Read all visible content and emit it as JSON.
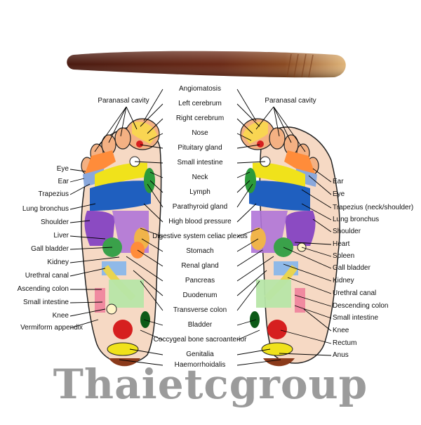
{
  "left_foot": {
    "title": "Paranasal cavity",
    "labels": [
      "Eye",
      "Ear",
      "Trapezius",
      "Lung bronchus",
      "Shoulder",
      "Liver",
      "Gall bladder",
      "Kidney",
      "Urethral canal",
      "Ascending colon",
      "Small intestine",
      "Knee",
      "Vermiform appendix"
    ]
  },
  "center_labels": [
    "Angiomatosis",
    "Left cerebrum",
    "Right cerebrum",
    "Nose",
    "Pituitary gland",
    "Small intestine",
    "Neck",
    "Lymph",
    "Parathyroid gland",
    "High blood pressure",
    "Digestive system celiac plexus",
    "Stomach",
    "Renal gland",
    "Pancreas",
    "Duodenum",
    "Transverse colon",
    "Bladder",
    "Coccygeal bone sacroanterior",
    "Genitalia",
    "Haemorrhoidalis"
  ],
  "right_foot": {
    "title": "Paranasal cavity",
    "labels": [
      "Ear",
      "Eye",
      "Trapezius (neck/shoulder)",
      "Lung bronchus",
      "Shoulder",
      "Heart",
      "Spleen",
      "Gall bladder",
      "Kidney",
      "Urethral canal",
      "Descending colon",
      "Small intestine",
      "Knee",
      "Rectum",
      "Anus"
    ]
  },
  "watermark": "Thaietcgroup",
  "colors": {
    "stick_dark": "#5a1f12",
    "stick_light": "#d8a76a",
    "foot_base": "#f6d9c4",
    "leader_line": "#000000"
  }
}
